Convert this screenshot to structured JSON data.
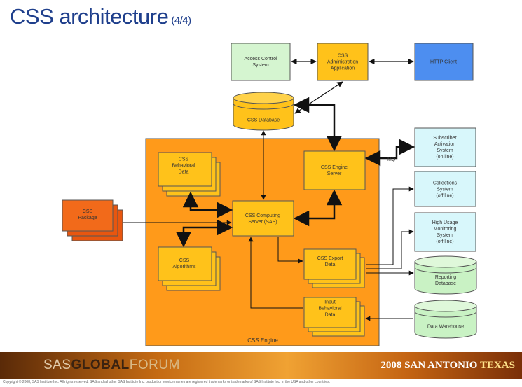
{
  "title": {
    "text": "CSS architecture",
    "suffix": "(4/4)"
  },
  "engine_label": "CSS Engine",
  "mq_label": "MQ",
  "nodes": {
    "access_control": [
      "Access Control",
      "System"
    ],
    "admin_app": [
      "CSS",
      "Administration",
      "Application"
    ],
    "http_client": [
      "HTTP Client"
    ],
    "database": [
      "CSS Database"
    ],
    "behavioral_data": [
      "CSS",
      "Behavioral",
      "Data"
    ],
    "engine_server": [
      "CSS Engine",
      "Server"
    ],
    "computing_server": [
      "CSS Computing",
      "Server (SAS)"
    ],
    "package": [
      "CSS",
      "Package"
    ],
    "algorithms": [
      "CSS",
      "Algorithms"
    ],
    "export_data": [
      "CSS Export",
      "Data"
    ],
    "input_data": [
      "Input",
      "Behavioral",
      "Data"
    ],
    "subscriber": [
      "Subscriber",
      "Activation",
      "System",
      "(on line)"
    ],
    "collections": [
      "Collections",
      "System",
      "(off line)"
    ],
    "high_usage": [
      "High Usage",
      "Monitoring",
      "System",
      "(off line)"
    ],
    "reporting_db": [
      "Reporting",
      "Database"
    ],
    "data_warehouse": [
      "Data Warehouse"
    ]
  },
  "footer": {
    "brand_part1": "SAS",
    "brand_part2": "GLOBAL",
    "brand_part3": "FORUM",
    "event_part1": "2008 SAN ANTONIO",
    "event_part2": "TEXAS"
  },
  "copyright": "Copyright © 2008, SAS Institute Inc. All rights reserved. SAS and all other SAS Institute Inc. product or service names are registered trademarks or trademarks of SAS Institute Inc. in the USA and other countries."
}
